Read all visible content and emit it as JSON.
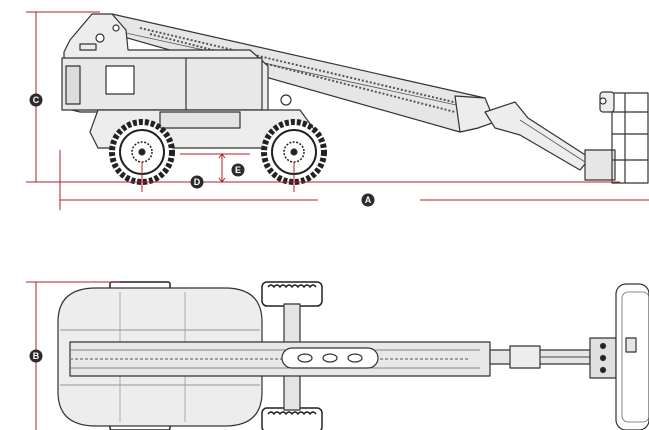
{
  "colors": {
    "dimension_line": "#b3202a",
    "marker_fill": "#2b2b2b",
    "marker_text": "#ffffff",
    "drawing_stroke": "#333333",
    "drawing_fill": "#ededed"
  },
  "markers": {
    "A": "A",
    "B": "B",
    "C": "C",
    "D": "D",
    "E": "E"
  }
}
